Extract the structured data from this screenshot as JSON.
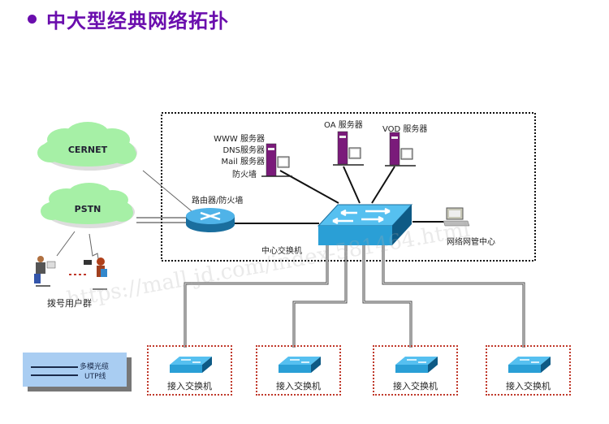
{
  "title": "中大型经典网络拓扑",
  "colors": {
    "title": "#6a0dad",
    "cloud": "#a6f0a6",
    "switch": "#2a9fd6",
    "server": "#7a1a7a",
    "access_border": "#c0392b",
    "legend_bg": "#a9cdf2"
  },
  "clouds": [
    {
      "id": "cernet",
      "label": "CERNET"
    },
    {
      "id": "pstn",
      "label": "PSTN"
    }
  ],
  "servers": {
    "www_dns_mail": [
      "WWW 服务器",
      "DNS服务器",
      "Mail 服务器"
    ],
    "firewall_label": "防火墙",
    "oa": "OA 服务器",
    "vod": "VOD 服务器"
  },
  "router_label": "路由器/防火墙",
  "core_switch_label": "中心交换机",
  "nms_label": "网络网管中心",
  "dialup_label": "拨号用户群",
  "access_switches": [
    {
      "label": "接入交换机"
    },
    {
      "label": "接入交换机"
    },
    {
      "label": "接入交换机"
    },
    {
      "label": "接入交换机"
    }
  ],
  "legend": {
    "fiber": "多模光缆",
    "utp": "UTP线"
  },
  "watermark": "https://mall.jd.com/index-581464.html"
}
